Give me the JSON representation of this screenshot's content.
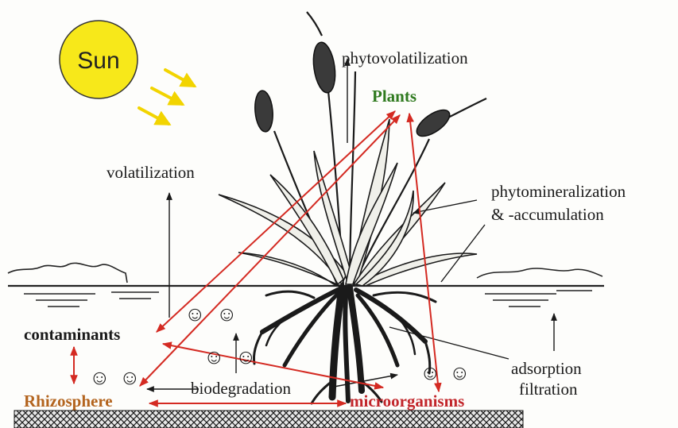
{
  "labels": {
    "sun": "Sun",
    "plants": "Plants",
    "phytovolatilization": "phytovolatilization",
    "volatilization": "volatilization",
    "phytomineralization_line1": "phytomineralization",
    "phytomineralization_line2": "& -accumulation",
    "contaminants": "contaminants",
    "rhizosphere": "Rhizosphere",
    "biodegradation": "biodegradation",
    "microorganisms": "microorganisms",
    "adsorption": "adsorption",
    "filtration": "filtration",
    "smiley": "☺"
  },
  "colors": {
    "sun_fill": "#f7e81a",
    "sun_ray": "#f2d400",
    "plants_text": "#2f7a1f",
    "rhizosphere_text": "#b3641e",
    "microorganisms_text": "#c2262b",
    "red_arrow": "#d42a22",
    "ink": "#1a1a1a"
  }
}
